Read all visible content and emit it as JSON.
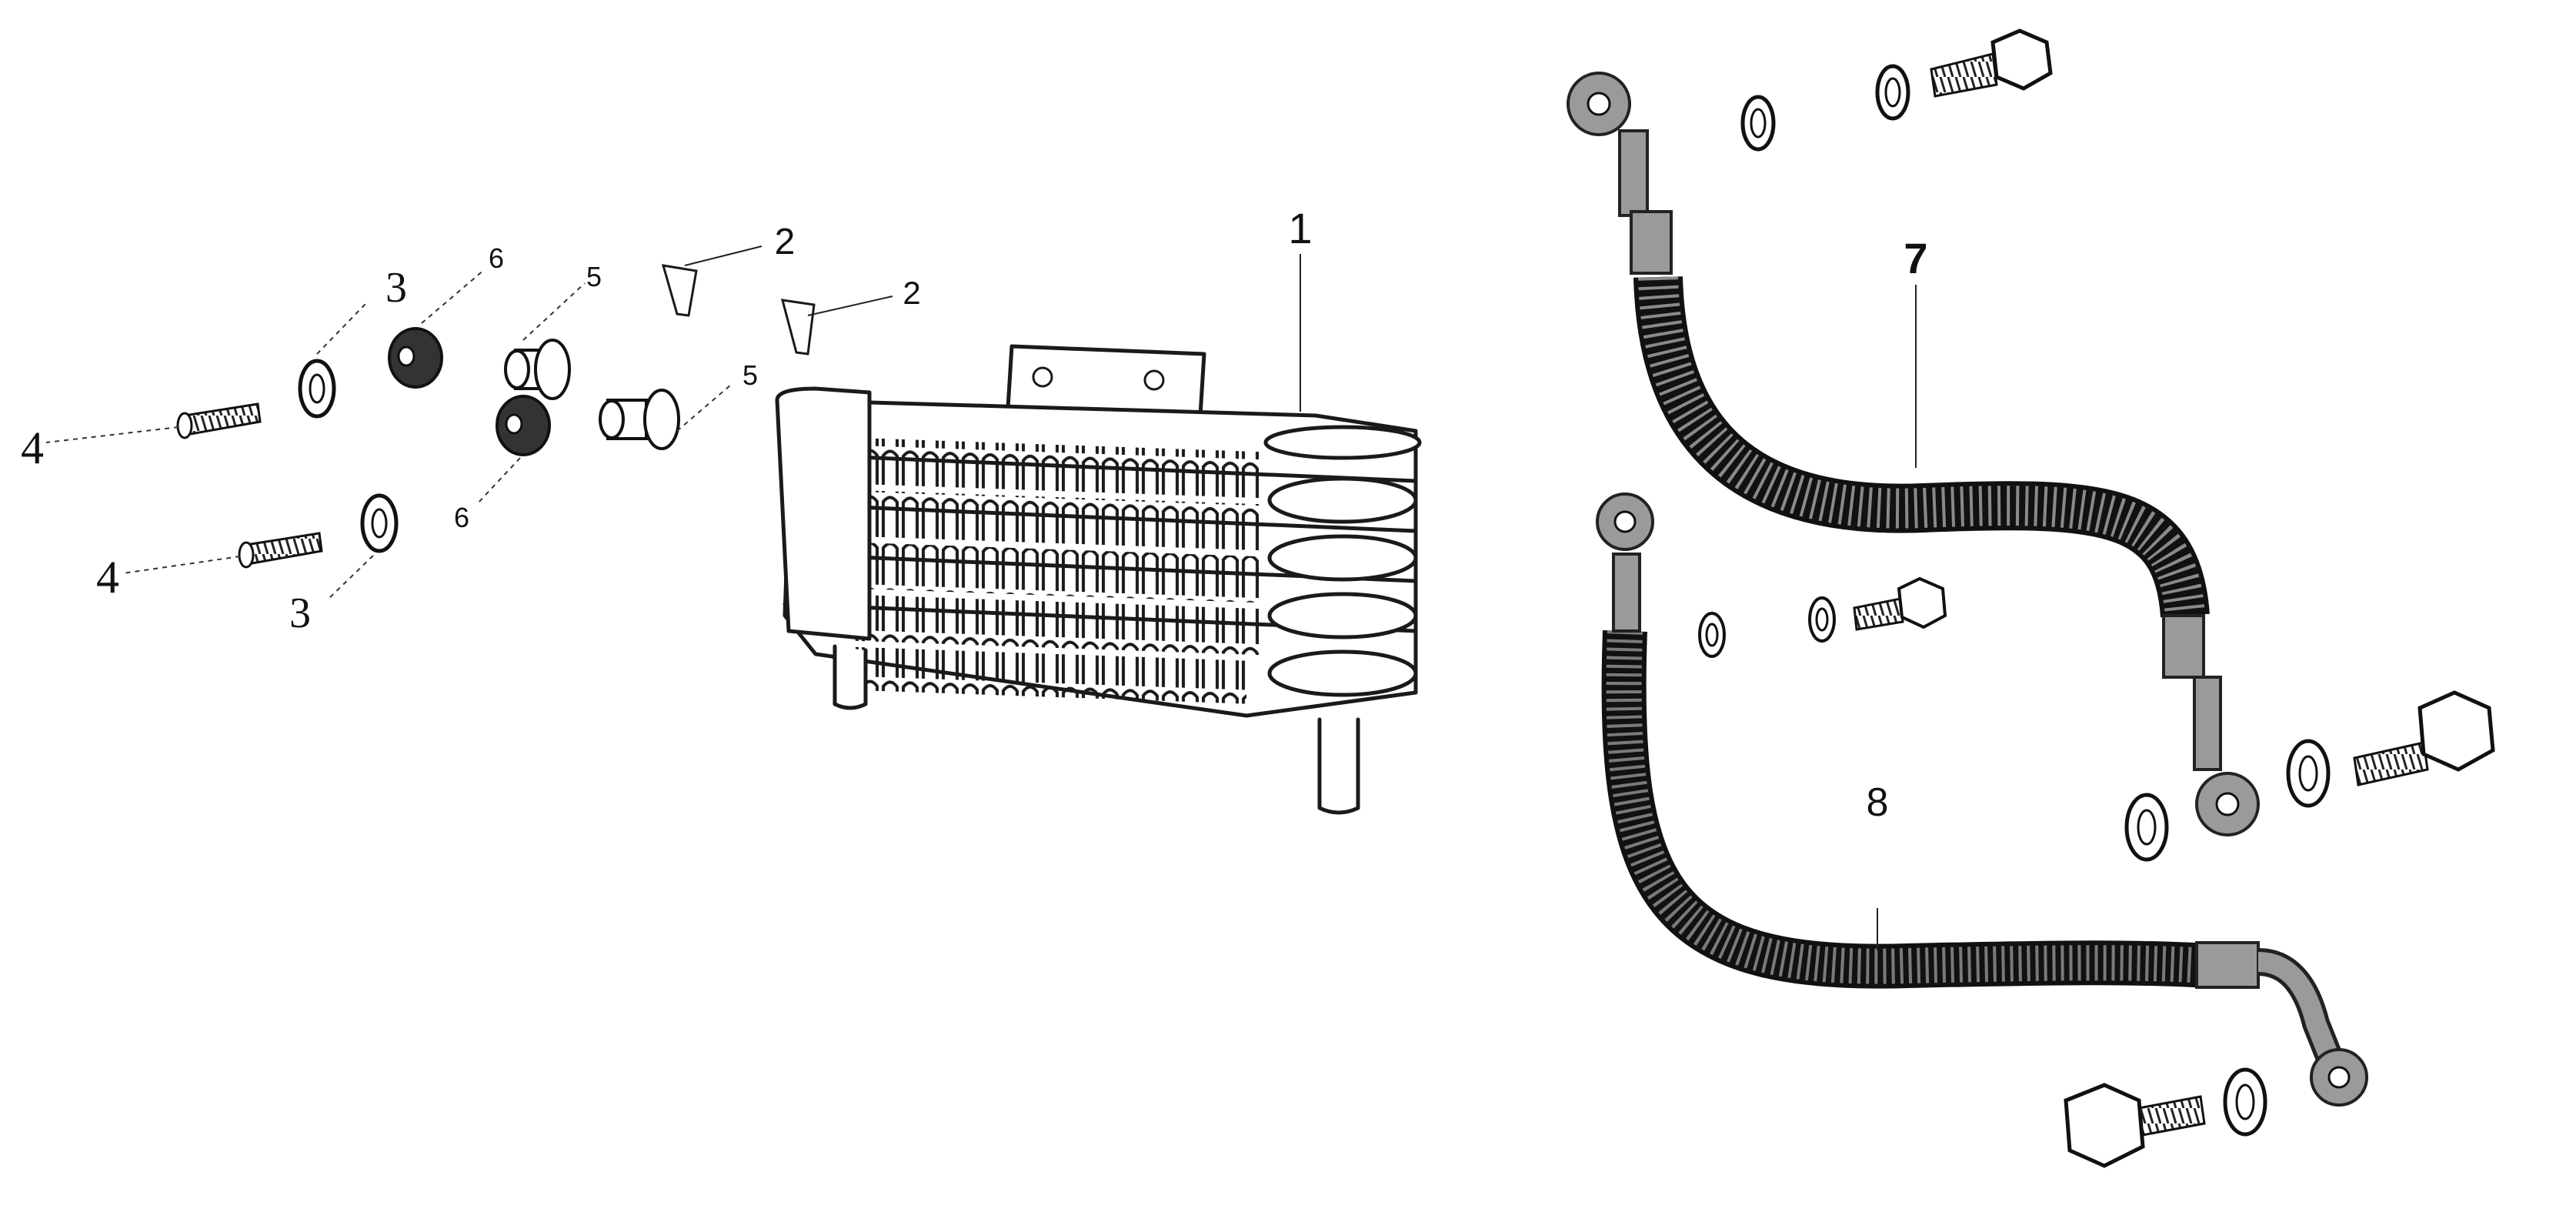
{
  "callouts": {
    "radiator": "1",
    "screw_upper": "2",
    "screw_lower": "2",
    "washer_upper": "3",
    "washer_lower": "3",
    "bolt_upper": "4",
    "bolt_lower": "4",
    "bushing_upper": "5",
    "bushing_lower": "5",
    "grommet_upper": "6",
    "grommet_lower": "6",
    "hose_upper": "7",
    "hose_lower": "8"
  }
}
